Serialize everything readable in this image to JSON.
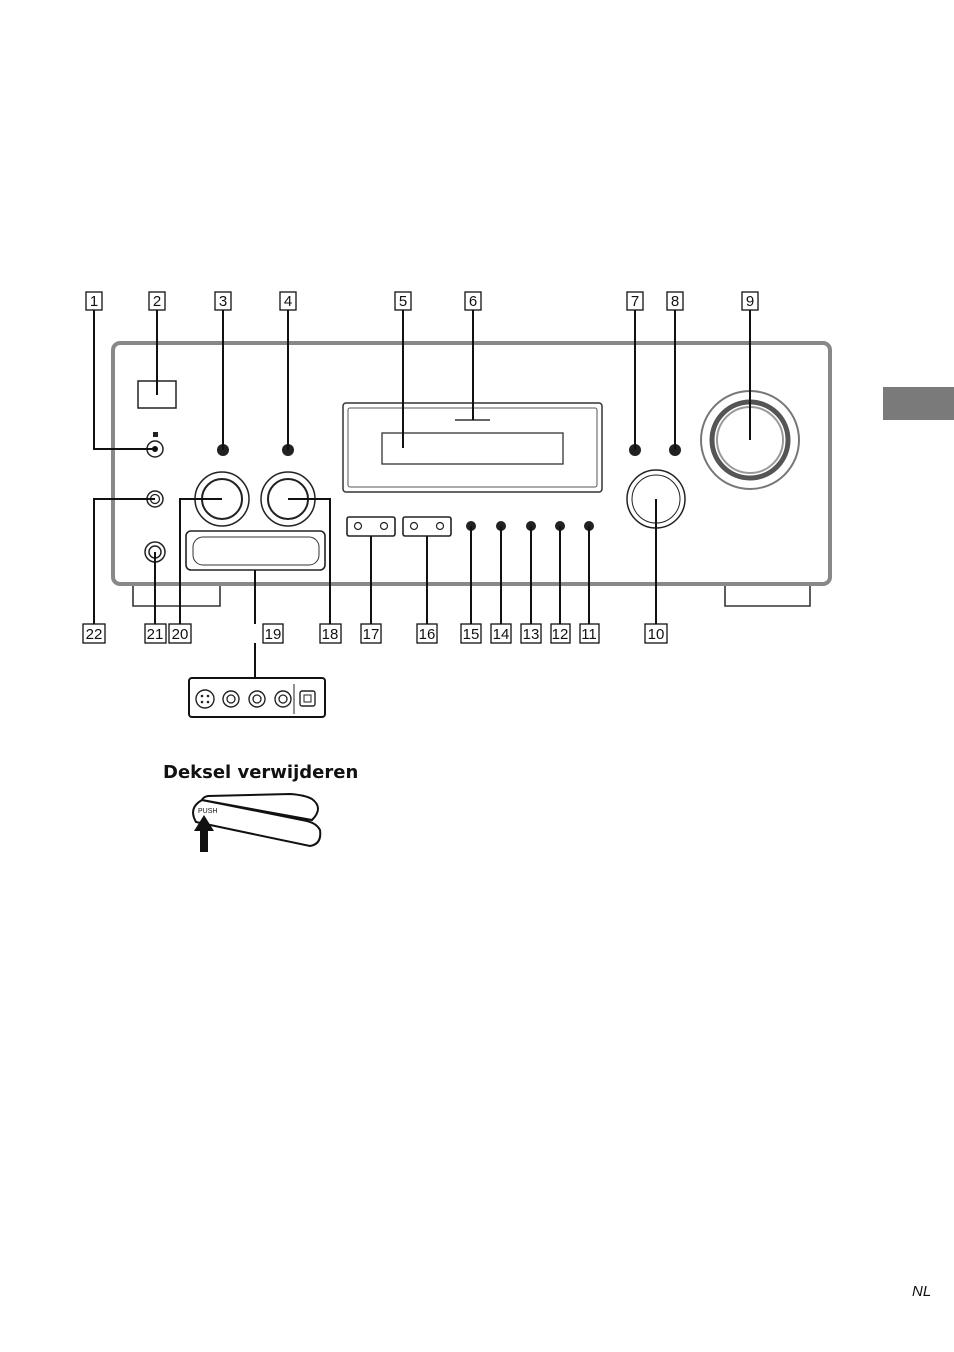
{
  "callouts": [
    "1",
    "2",
    "3",
    "4",
    "5",
    "6",
    "7",
    "8",
    "9",
    "10",
    "11",
    "12",
    "13",
    "14",
    "15",
    "16",
    "17",
    "18",
    "19",
    "20",
    "21",
    "22"
  ],
  "section_title": "Deksel verwijderen",
  "push_label": "PUSH",
  "page_language": "NL"
}
